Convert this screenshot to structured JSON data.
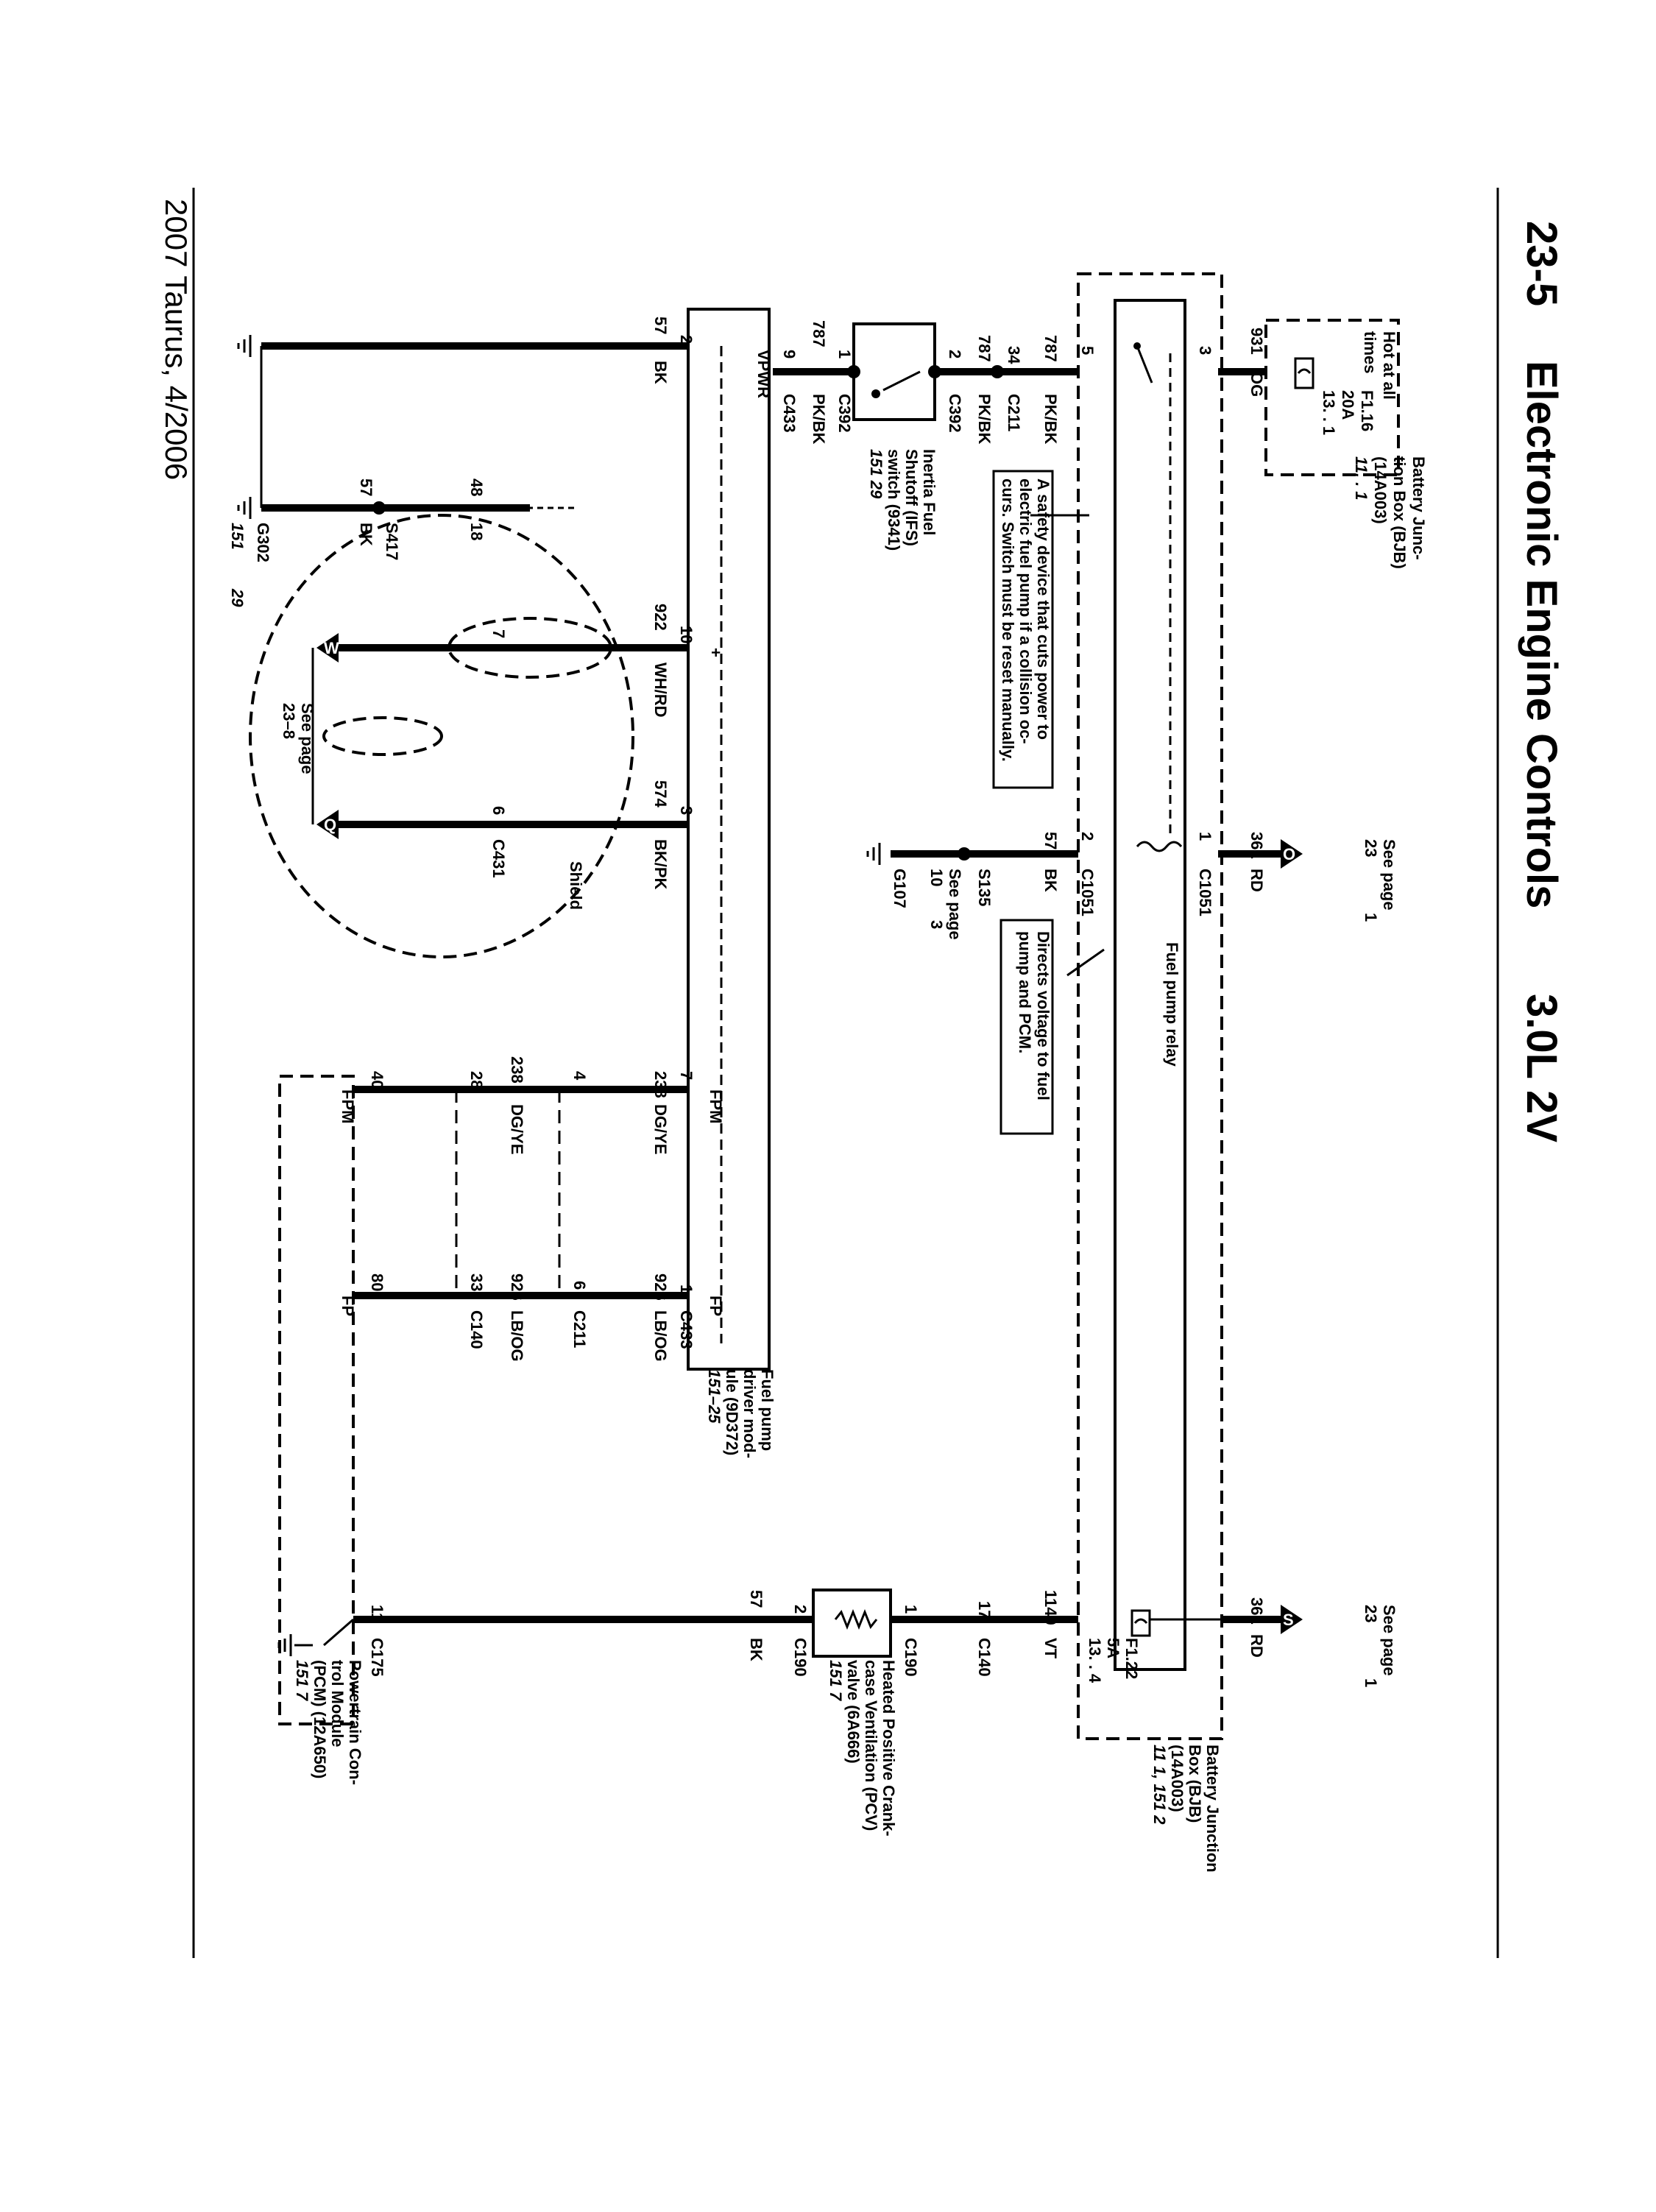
{
  "header": {
    "page_number": "23-5",
    "section_title": "Electronic Engine Controls",
    "engine": "3.0L 2V"
  },
  "footer": {
    "model_date": "2007 Taurus, 4/2006"
  },
  "bjb_top": {
    "hot_label_1": "Hot at all",
    "hot_label_2": "times",
    "fuse_id": "F1.16",
    "fuse_rating": "20A",
    "fuse_ref": "13. .  1",
    "name_1": "Battery Junc-",
    "name_2": "tion Box (BJB)",
    "name_3": "(14A003)",
    "name_ref": "11. .  1"
  },
  "relay": {
    "name": "Fuel pump relay",
    "pin_3": "3",
    "pin_5": "5",
    "pin_1": "1",
    "pin_2": "2",
    "conn_1": "C1051",
    "conn_2": "C1051",
    "note_1": "Directs voltage to fuel",
    "note_2": "pump and PCM."
  },
  "wires": {
    "w931": "931",
    "w931_color": "OG",
    "w787a": "787",
    "w787a_color": "PK/BK",
    "w34": "34",
    "c211": "C211",
    "w787b": "787",
    "w787b_color": "PK/BK",
    "pin2_c392": "2",
    "c392_a": "C392",
    "w787c": "787",
    "w787c_color": "PK/BK",
    "pin9_c433": "9",
    "c433_a": "C433",
    "pin1_c392": "1",
    "c392_b": "C392",
    "w57_top": "57",
    "w57_top_color": "BK",
    "pin2_vpwr": "2",
    "w361": "361",
    "w361_color": "RD",
    "w57_relay": "57",
    "w57_relay_color": "BK",
    "s135": "S135",
    "g107": "G107",
    "see_page_10": "See page",
    "see_page_10_num": "10",
    "see_page_10_ref": "3",
    "see_page_23a": "See page",
    "see_page_23a_num": "23",
    "see_page_23a_ref": "1",
    "w48": "48",
    "w18": "18",
    "w57_s417": "57",
    "w57_s417_color": "BK",
    "s417": "S417",
    "g302": "G302",
    "g302_ref_a": "151",
    "g302_ref_b": "29",
    "w922": "922",
    "w922_color": "WH/RD",
    "pin10": "10",
    "pin7_w": "7",
    "w574": "574",
    "w574_color": "BK/PK",
    "pin3_q": "3",
    "pin6_q": "6",
    "c431": "C431",
    "shield": "Shield",
    "see_page_238": "See page",
    "see_page_238_ref": "23–8",
    "fpm_label": "FPM",
    "fp_label": "FP",
    "vpwr": "VPWR",
    "plus": "+",
    "w238_a": "238",
    "w238_a_color": "DG/YE",
    "pin7_fpm": "7",
    "pin4_c211": "4",
    "w238_b": "238",
    "w238_b_color": "DG/YE",
    "pin28": "28",
    "pin40": "40",
    "w926_a": "926",
    "w926_a_color": "LB/OG",
    "pin1_fp": "1",
    "c433_b": "C433",
    "pin6_c211": "6",
    "c211_b": "C211",
    "w926_b": "926",
    "w926_b_color": "LB/OG",
    "pin33": "33",
    "c140_a": "C140",
    "pin80": "80",
    "w361_b": "361",
    "w361_b_color": "RD",
    "fuse_f122": "F1.22",
    "fuse_5a": "5A",
    "fuse_f122_ref": "13. .  4",
    "w1140": "1140",
    "w1140_color": "VT",
    "pin17": "17",
    "c140_b": "C140",
    "pin1_pcv": "1",
    "c190_a": "C190",
    "pin2_pcv": "2",
    "c190_b": "C190",
    "w57_pcv": "57",
    "w57_pcv_color": "BK",
    "pin11": "11",
    "c175": "C175",
    "see_page_23b": "See page",
    "see_page_23b_num": "23",
    "see_page_23b_ref": "1"
  },
  "components": {
    "ifs_1": "Inertia Fuel",
    "ifs_2": "Shutoff (IFS)",
    "ifs_3": "switch (9341)",
    "ifs_ref": "151    29",
    "ifs_note_1": "A safety device that cuts power to",
    "ifs_note_2": "electric fuel pump if a collision oc-",
    "ifs_note_3": "curs. Switch must be reset manually.",
    "fpdm_1": "Fuel pump",
    "fpdm_2": "driver mod-",
    "fpdm_3": "ule (9D372)",
    "fpdm_ref": "151–25",
    "bjb2_1": "Battery Junction",
    "bjb2_2": "Box (BJB)",
    "bjb2_3": "(14A003)",
    "bjb2_ref": "11    1, 151    2",
    "pcv_1": "Heated Positive Crank-",
    "pcv_2": "case Ventilation (PCV)",
    "pcv_3": "valve (6A666)",
    "pcv_ref": "151    7",
    "pcm_1": "Powertrain Con-",
    "pcm_2": "trol Module",
    "pcm_3": "(PCM) (12A650)",
    "pcm_ref": "151    7"
  },
  "connectors": {
    "O": "O",
    "S": "S",
    "W": "W",
    "Q": "Q"
  }
}
